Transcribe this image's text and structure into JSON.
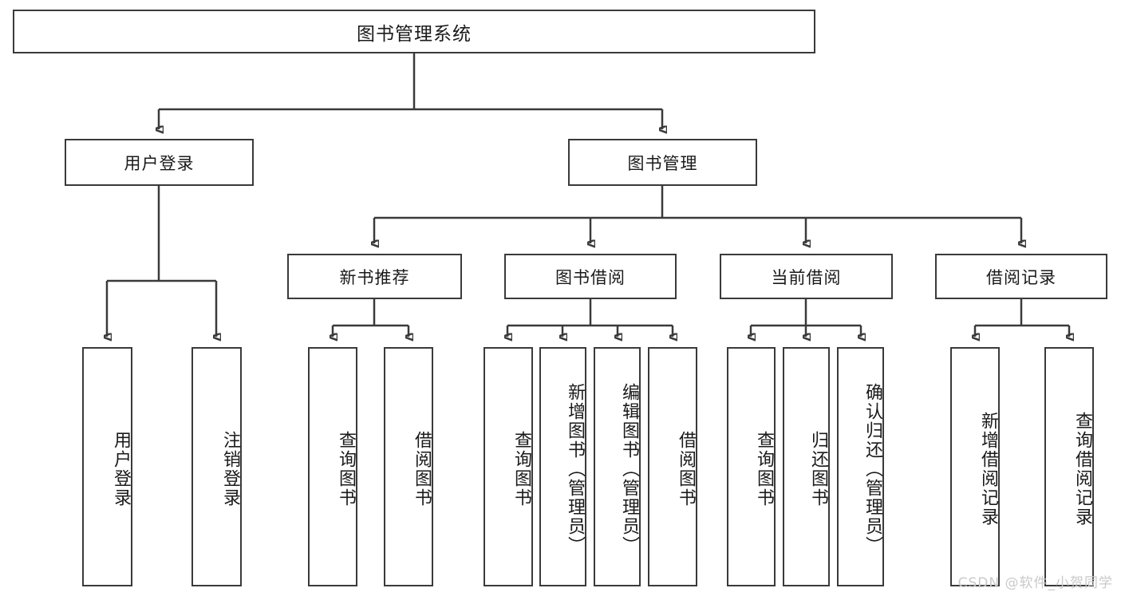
{
  "diagram": {
    "title": "图书管理系统",
    "type": "tree-hierarchy-diagram",
    "colors": {
      "stroke": "#3a3a3a",
      "background": "#ffffff",
      "text": "#1a1a1a",
      "watermark": "#c9c9c9"
    }
  },
  "root": {
    "label": "图书管理系统"
  },
  "level2": [
    {
      "label": "用户登录"
    },
    {
      "label": "图书管理"
    }
  ],
  "level3": [
    {
      "label": "新书推荐"
    },
    {
      "label": "图书借阅"
    },
    {
      "label": "当前借阅"
    },
    {
      "label": "借阅记录"
    }
  ],
  "leaves": {
    "user_login": [
      {
        "label": "用户登录"
      },
      {
        "label": "注销登录"
      }
    ],
    "new_book_recommend": [
      {
        "label": "查询图书"
      },
      {
        "label": "借阅图书"
      }
    ],
    "book_borrow": [
      {
        "label": "查询图书"
      },
      {
        "label": "新增图书（管理员）"
      },
      {
        "label": "编辑图书（管理员）"
      },
      {
        "label": "借阅图书"
      }
    ],
    "current_borrow": [
      {
        "label": "查询图书"
      },
      {
        "label": "归还图书"
      },
      {
        "label": "确认归还（管理员）"
      }
    ],
    "borrow_record": [
      {
        "label": "新增借阅记录"
      },
      {
        "label": "查询借阅记录"
      }
    ]
  },
  "watermark": {
    "text": "CSDN @软件_小贺同学"
  }
}
